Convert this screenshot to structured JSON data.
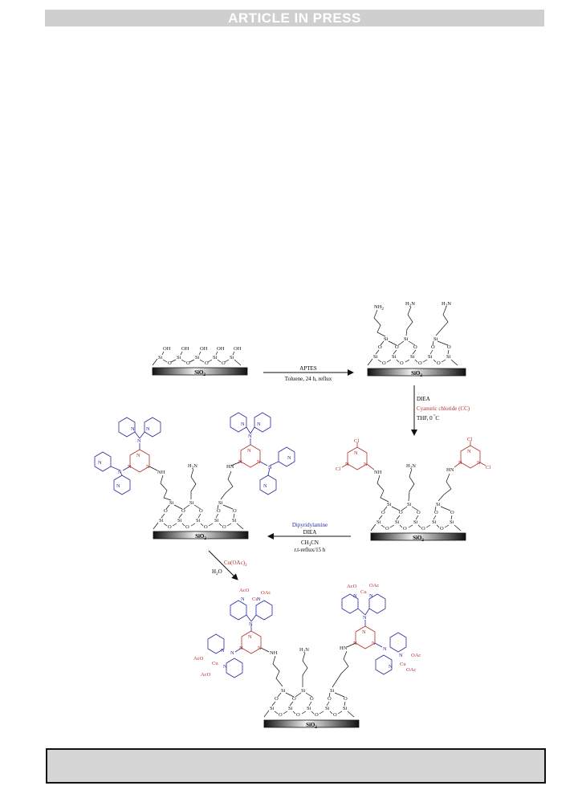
{
  "header": {
    "banner": "ARTICLE IN PRESS"
  },
  "scheme": {
    "colors": {
      "blue": "#2a2aa0",
      "red": "#b3312a",
      "black": "#111111"
    },
    "support_label": "SiO",
    "support_sub": "2",
    "hydroxyl": "OH",
    "silicon": "Si",
    "oxygen": "O",
    "amine": "NH",
    "amine_sub": "2",
    "h2n": "H",
    "h2n_sub": "2",
    "h2n_n": "N",
    "hn": "HN",
    "nh": "NH",
    "nitrogen": "N",
    "chloro": "Cl",
    "copper": "Cu",
    "acetate": "AcO",
    "oacetate": "OAc",
    "step1": {
      "reagent": "APTES",
      "conditions": "Toluene, 24 h, reflux"
    },
    "step2": {
      "base": "DIEA",
      "reagent": "Cyanuric chloride (CC)",
      "conditions": "THF, 0 ",
      "deg": "°",
      "unit": "C"
    },
    "step3": {
      "reagent": "Dipyridylamine",
      "base": "DIEA",
      "solvent": "CH",
      "solvent_sub": "3",
      "solvent_rest": "CN",
      "conditions": "r.t-reflux/15 h"
    },
    "step4": {
      "reagent": "Cu(OAc)",
      "reagent_sub": "2",
      "solvent": "H",
      "solvent_sub": "2",
      "solvent_rest": "O"
    }
  }
}
